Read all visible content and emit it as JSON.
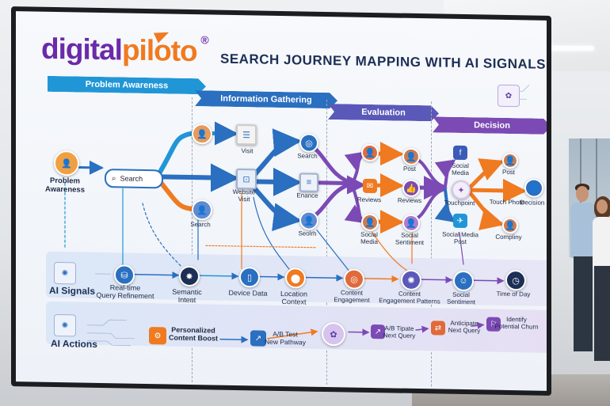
{
  "brand": {
    "name_part1": "digital",
    "name_part2": "piloto",
    "registered": "®"
  },
  "title": "SEARCH JOURNEY MAPPING WITH AI SIGNALS",
  "stages": [
    "Problem Awareness",
    "Information Gathering",
    "Evaluation",
    "Decision"
  ],
  "journey": {
    "start": "Problem\nAwareness",
    "search_box": "Search",
    "search_node": "Search",
    "visit": "Visit",
    "website_visit": "Website\nVisit",
    "search2": "Search",
    "enance": "Enance",
    "seolrh": "Seolrh",
    "eval_post": "Post",
    "eval_reviews_left": "Reviews",
    "eval_reviews_right": "Reviews",
    "eval_social_media": "Social\nMedia",
    "eval_social_sentiment": "Social\nSentiment",
    "dec_social_media": "Social\nMedia",
    "dec_touchpoint": "Touchpoint",
    "dec_social_media_post": "Social Media\nPost",
    "dec_post": "Post",
    "dec_touch_phote": "Touch Phote",
    "dec_decision": "Decision",
    "dec_compliny": "Compliny"
  },
  "ai_signals": {
    "label": "AI Signals",
    "items": [
      "Real-time\nQuery Refinement",
      "Semantic\nIntent",
      "Device Data",
      "Location\nContext",
      "Content\nEngagement",
      "Content\nEngagement Patterns",
      "Social\nSentiment",
      "Time of Day"
    ]
  },
  "ai_actions": {
    "label": "AI Actions",
    "items": [
      "Personalized\nContent Boost",
      "A/B Test\nNew Pathway",
      "A/B Tipate\nNext Query",
      "Anticipate\nNext Query",
      "Identify\nPotential Churn"
    ]
  },
  "colors": {
    "blue": "#2a6fc0",
    "orange": "#f07a20",
    "purple": "#7c4ab4",
    "navy": "#1c2f55",
    "teal": "#2196d6"
  }
}
